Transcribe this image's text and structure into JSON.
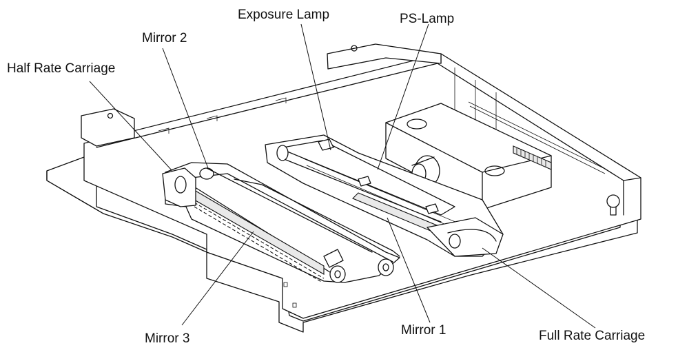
{
  "labels": {
    "half_rate_carriage": "Half Rate Carriage",
    "mirror_2": "Mirror 2",
    "exposure_lamp": "Exposure Lamp",
    "ps_lamp": "PS-Lamp",
    "mirror_3": "Mirror 3",
    "mirror_1": "Mirror 1",
    "full_rate_carriage": "Full Rate Carriage"
  }
}
